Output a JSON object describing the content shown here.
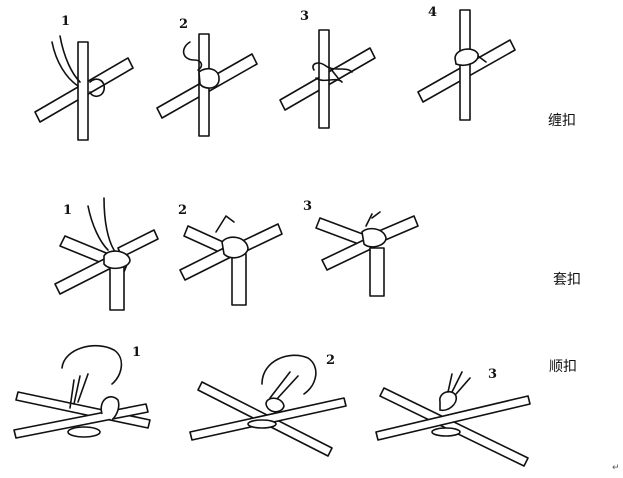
{
  "rows": [
    {
      "caption": "缠扣",
      "steps": [
        "1",
        "2",
        "3",
        "4"
      ]
    },
    {
      "caption": "套扣",
      "steps": [
        "1",
        "2",
        "3"
      ]
    },
    {
      "caption": "顺扣",
      "steps": [
        "1",
        "2",
        "3"
      ]
    }
  ],
  "corner_mark": "↵"
}
